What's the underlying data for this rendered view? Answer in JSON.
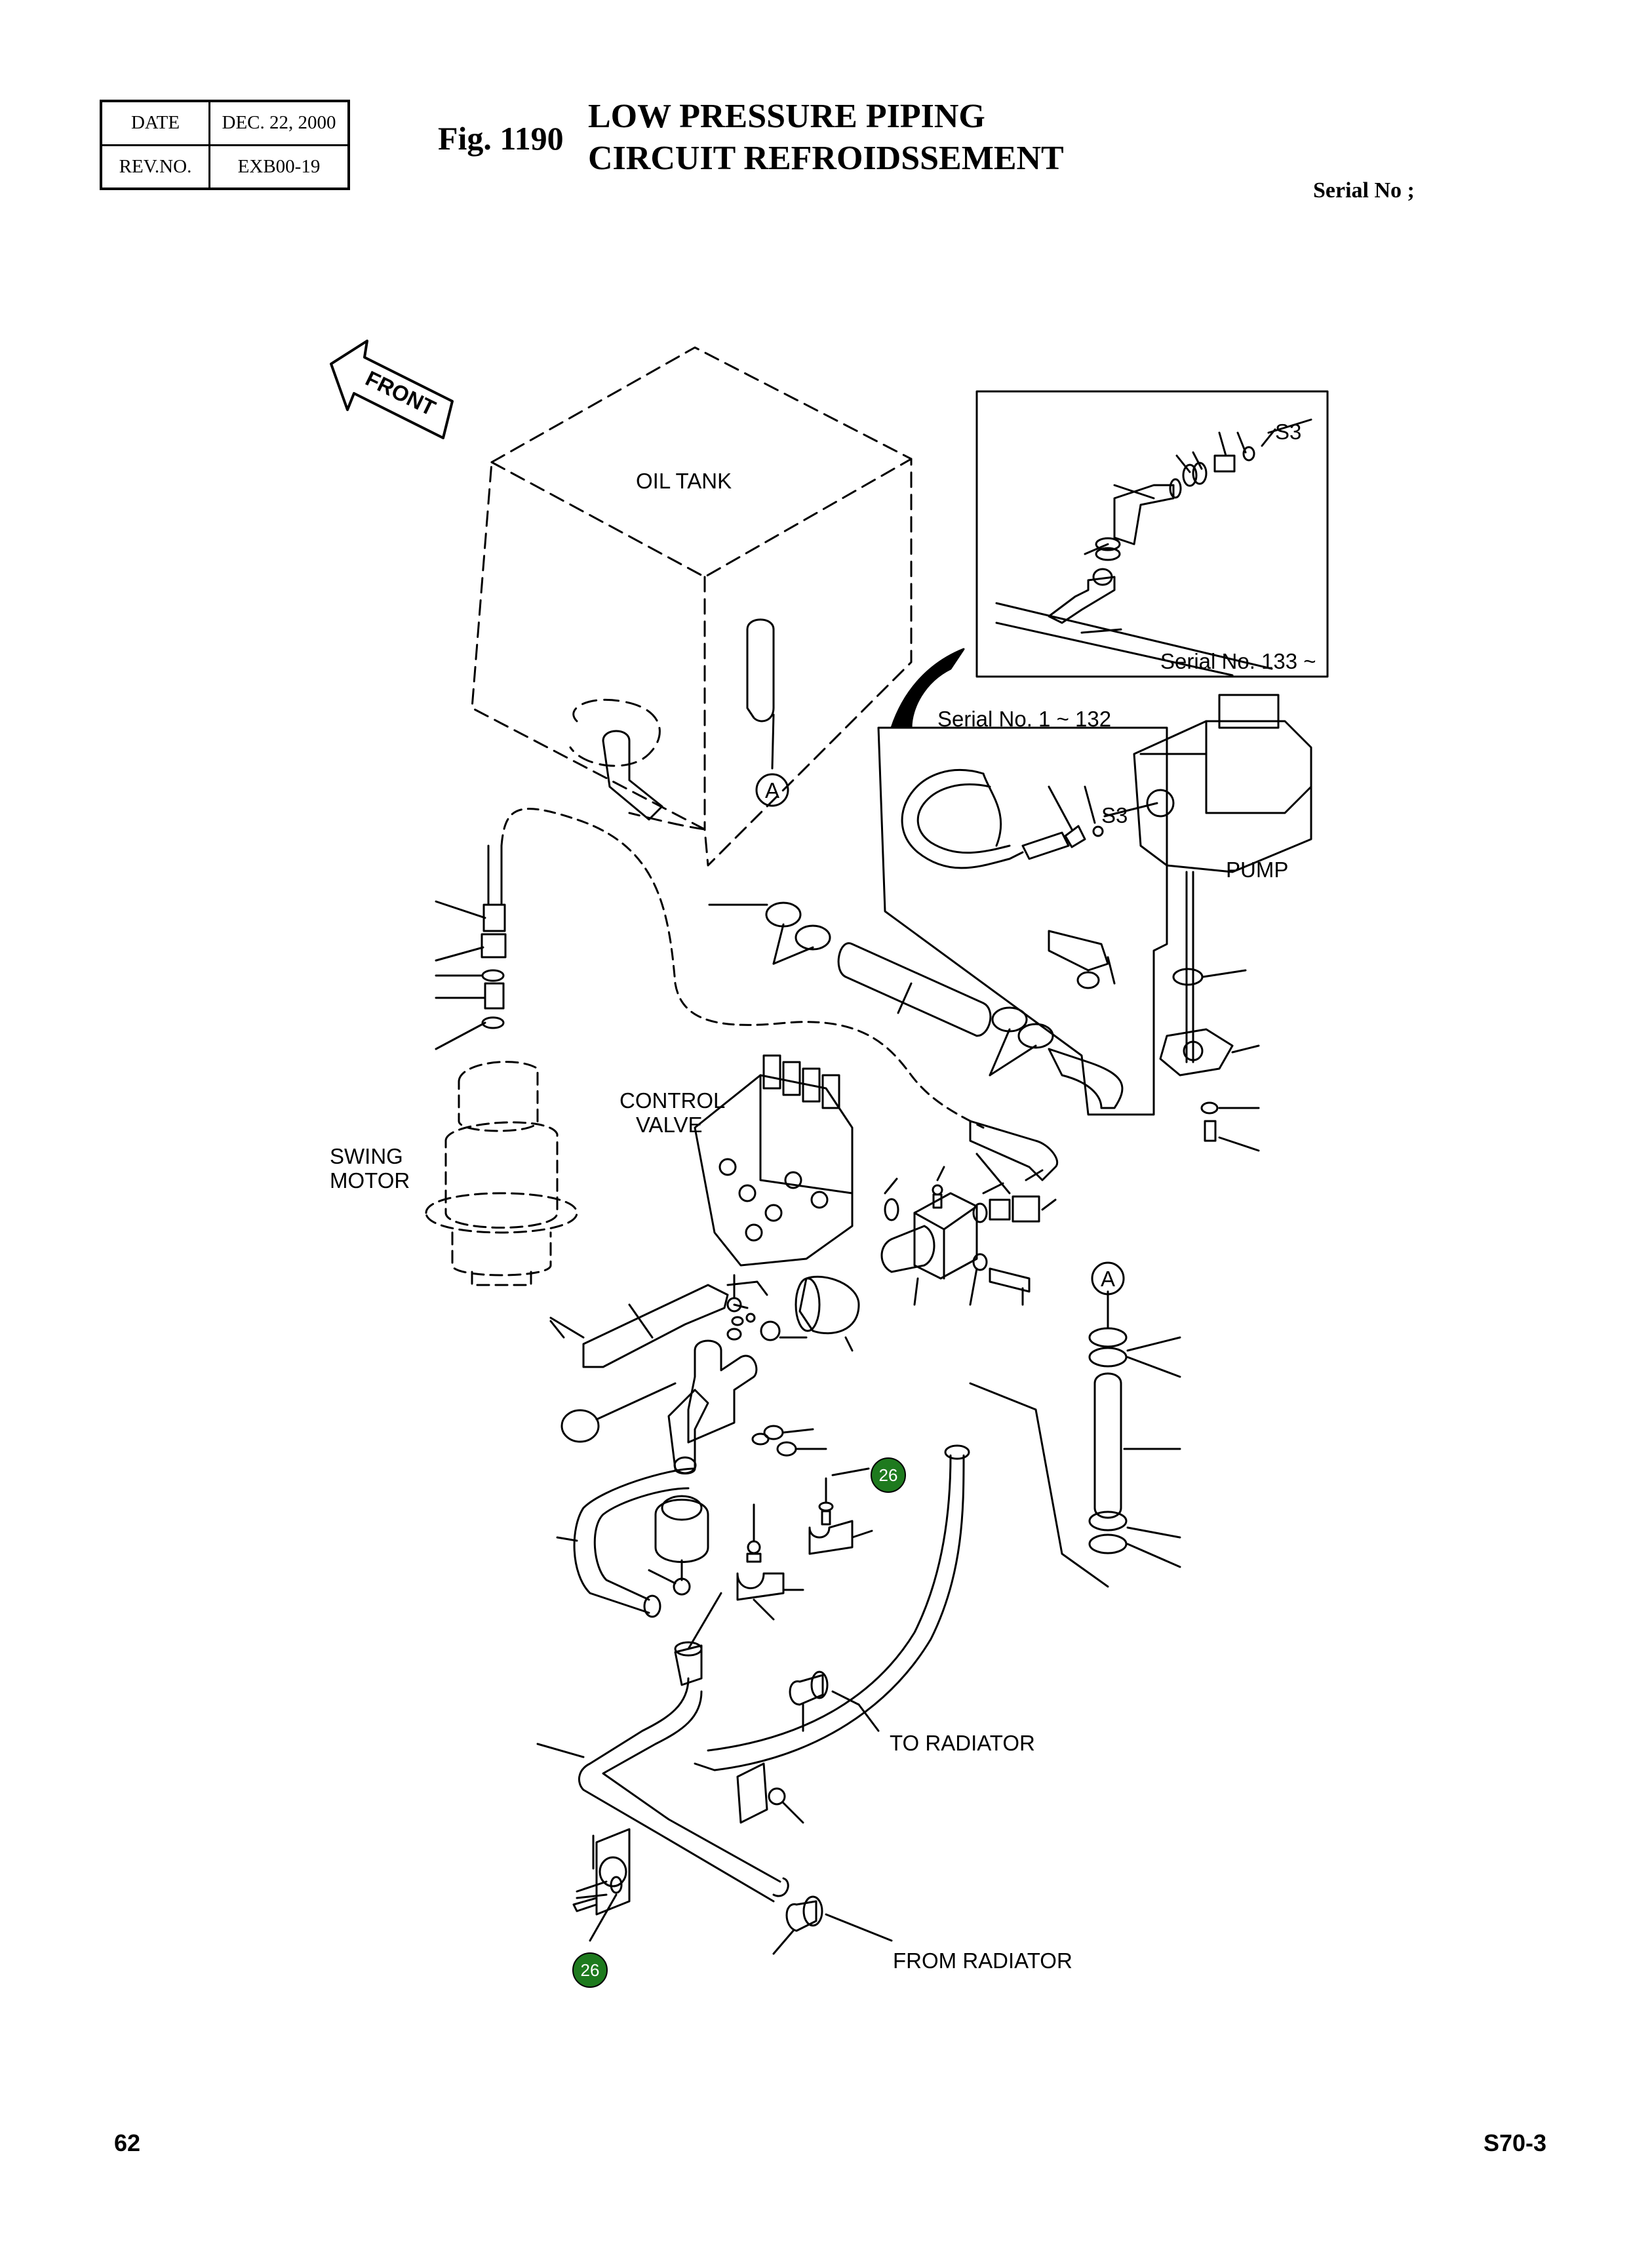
{
  "header": {
    "date_label": "DATE",
    "date_value": "DEC. 22, 2000",
    "rev_label": "REV.NO.",
    "rev_value": "EXB00-19",
    "fig_number": "Fig. 1190",
    "title_line1": "LOW PRESSURE PIPING",
    "title_line2": "CIRCUIT REFROIDSSEMENT",
    "serial_label": "Serial No ;"
  },
  "diagram": {
    "front_arrow": "FRONT",
    "oil_tank": "OIL TANK",
    "pump": "PUMP",
    "control_valve_line1": "CONTROL",
    "control_valve_line2": "VALVE",
    "swing_motor_line1": "SWING",
    "swing_motor_line2": "MOTOR",
    "to_radiator": "TO RADIATOR",
    "from_radiator": "FROM RADIATOR",
    "inset_serial_new": "Serial No. 133 ~",
    "inset_serial_old": "Serial No. 1 ~ 132",
    "s3_label": "S3",
    "connector_a": "A",
    "ref_26": "26"
  },
  "colors": {
    "ref_badge": "#1e7a1e"
  },
  "footer": {
    "page_number": "62",
    "model": "S70-3"
  }
}
